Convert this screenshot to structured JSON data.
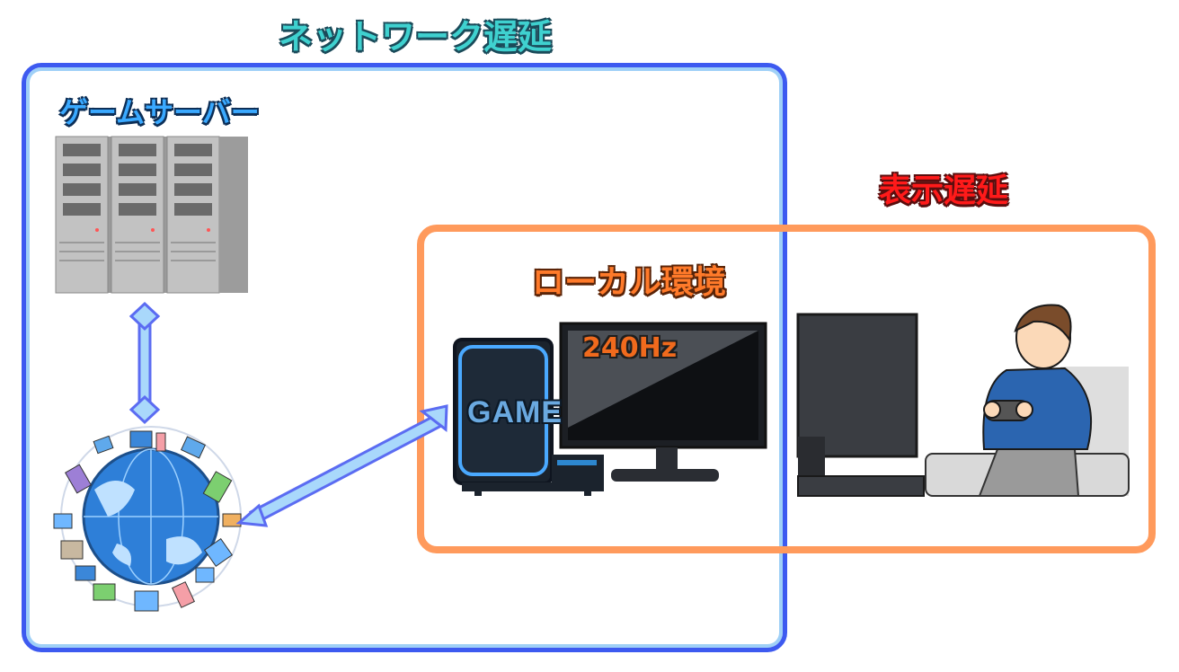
{
  "labels": {
    "network_delay": "ネットワーク遅延",
    "game_server": "ゲームサーバー",
    "display_delay": "表示遅延",
    "local_env": "ローカル環境",
    "refresh_rate": "240Hz",
    "pc_case_label": "GAME"
  },
  "colors": {
    "network_box": "#3d5af0",
    "network_box_inner": "#9fd0f7",
    "display_box": "#ff9a5c",
    "connector": "#5b6cf2",
    "connector_fill": "#a9d8fb"
  },
  "icons": [
    "server-rack-icon",
    "globe-network-icon",
    "gaming-pc-icon",
    "monitor-icon",
    "gamer-person-icon",
    "tv-icon"
  ]
}
